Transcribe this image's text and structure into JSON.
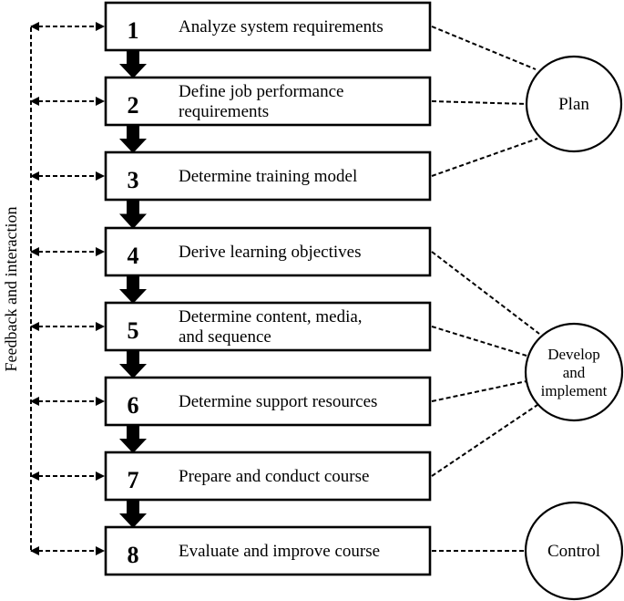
{
  "steps": [
    {
      "number": "1",
      "lines": [
        "Analyze system requirements"
      ]
    },
    {
      "number": "2",
      "lines": [
        "Define job performance",
        "requirements"
      ]
    },
    {
      "number": "3",
      "lines": [
        "Determine training model"
      ]
    },
    {
      "number": "4",
      "lines": [
        "Derive learning objectives"
      ]
    },
    {
      "number": "5",
      "lines": [
        "Determine content, media,",
        "and sequence"
      ]
    },
    {
      "number": "6",
      "lines": [
        "Determine support resources"
      ]
    },
    {
      "number": "7",
      "lines": [
        "Prepare and conduct course"
      ]
    },
    {
      "number": "8",
      "lines": [
        "Evaluate and improve course"
      ]
    }
  ],
  "phases": [
    {
      "lines": [
        "Plan"
      ]
    },
    {
      "lines": [
        "Develop",
        "and",
        "implement"
      ]
    },
    {
      "lines": [
        "Control"
      ]
    }
  ],
  "feedback_label": "Feedback and interaction"
}
